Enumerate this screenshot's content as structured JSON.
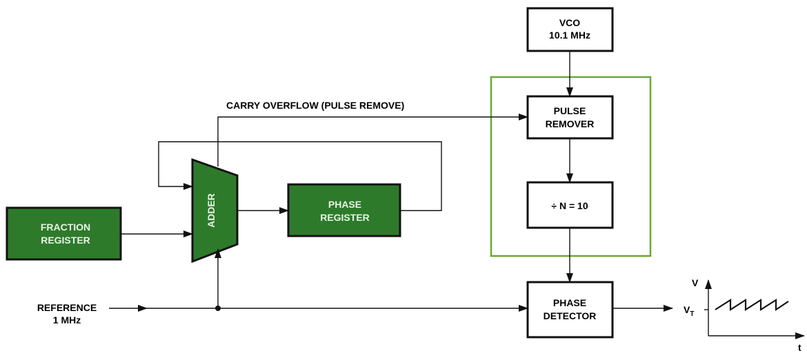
{
  "colors": {
    "block_fill": "#2e7a2b",
    "frame": "#6aa82f",
    "ink": "#111111",
    "block_text": "#e8f3e4"
  },
  "blocks": {
    "vco": [
      "VCO",
      "10.1 MHz"
    ],
    "pulse_remover": [
      "PULSE",
      "REMOVER"
    ],
    "divider": [
      "÷ N = 10"
    ],
    "phase_detector": [
      "PHASE",
      "DETECTOR"
    ],
    "fraction_register": [
      "FRACTION",
      "REGISTER"
    ],
    "adder": "ADDER",
    "phase_register": [
      "PHASE",
      "REGISTER"
    ]
  },
  "labels": {
    "carry": "CARRY OVERFLOW (PULSE REMOVE)",
    "reference": [
      "REFERENCE",
      "1 MHz"
    ]
  },
  "graph": {
    "v_axis": "V",
    "t_axis": "t",
    "vt_main": "V",
    "vt_sub": "T"
  }
}
